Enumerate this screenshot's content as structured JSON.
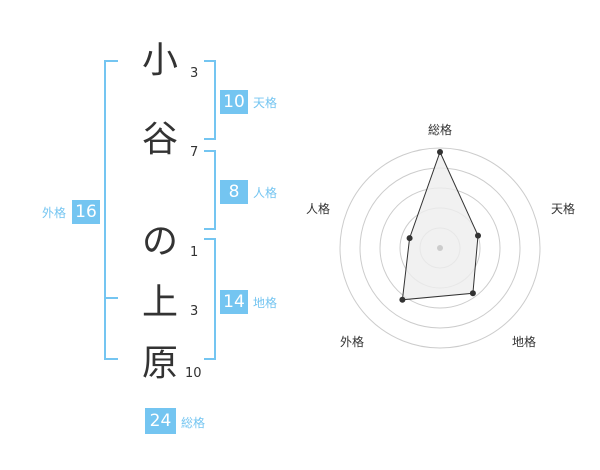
{
  "name": {
    "chars": [
      {
        "char": "小",
        "strokes": "3"
      },
      {
        "char": "谷",
        "strokes": "7"
      },
      {
        "char": "の",
        "strokes": "1"
      },
      {
        "char": "上",
        "strokes": "3"
      },
      {
        "char": "原",
        "strokes": "10"
      }
    ]
  },
  "fortune": {
    "tenkaku": {
      "value": "10",
      "label": "天格"
    },
    "jinkaku": {
      "value": "8",
      "label": "人格"
    },
    "chikaku": {
      "value": "14",
      "label": "地格"
    },
    "gaikaku": {
      "value": "16",
      "label": "外格"
    },
    "soukaku": {
      "value": "24",
      "label": "総格"
    }
  },
  "chart_data": {
    "type": "radar",
    "axes": [
      "総格",
      "天格",
      "地格",
      "外格",
      "人格"
    ],
    "values": [
      24,
      10,
      14,
      16,
      8
    ],
    "rings": 5,
    "colors": {
      "fill": "#eeeeee",
      "line": "#333333",
      "grid": "#cccccc",
      "accent": "#74c5f1"
    }
  }
}
